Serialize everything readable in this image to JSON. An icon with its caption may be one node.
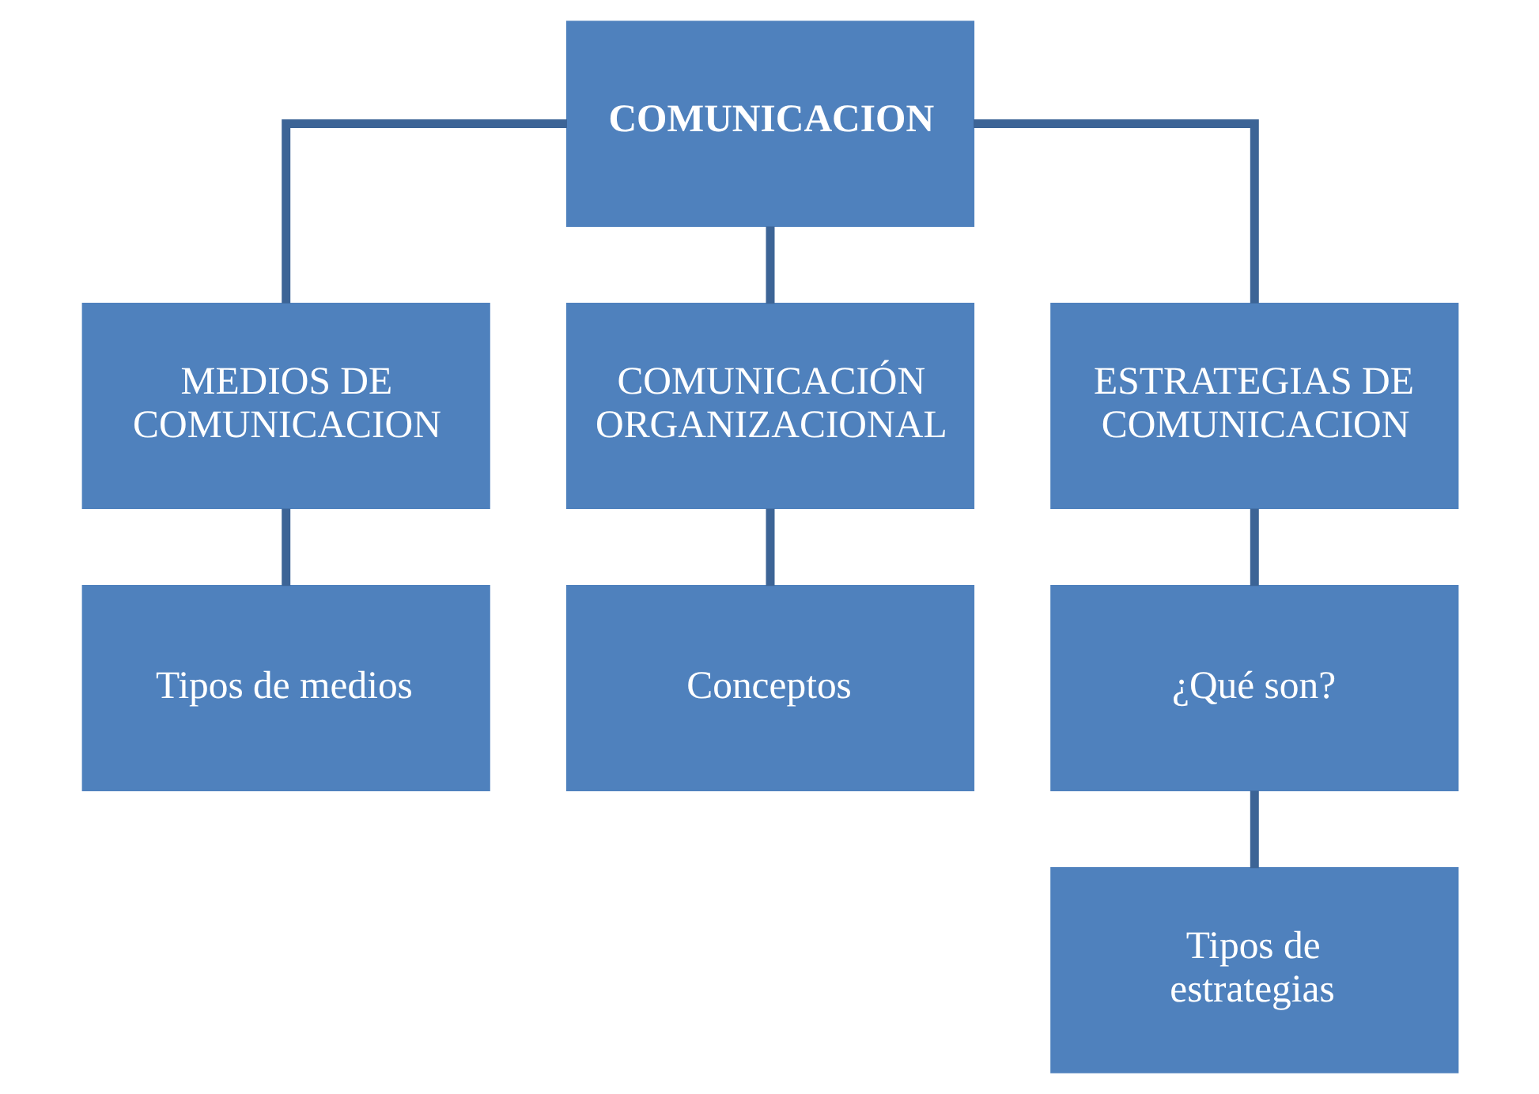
{
  "diagram": {
    "nodes": [
      {
        "text": [
          "COMUNICACION"
        ]
      },
      {
        "text": [
          "MEDIOS DE COMUNICACION"
        ]
      },
      {
        "text": [
          "COMUNICACIÓN ORGANIZACIONAL"
        ]
      },
      {
        "text": [
          "ESTRATEGIAS DE COMUNICACION"
        ]
      },
      {
        "text": [
          "Tipos de medios"
        ]
      },
      {
        "text": [
          "Conceptos"
        ]
      },
      {
        "text": [
          "¿Qué son?"
        ]
      },
      {
        "text": [
          "Tipos de estrategias"
        ]
      }
    ],
    "edges": [
      {
        "from": 0,
        "to": 1,
        "arrow": "none"
      },
      {
        "from": 0,
        "to": 2,
        "arrow": "none"
      },
      {
        "from": 0,
        "to": 3,
        "arrow": "none"
      },
      {
        "from": 1,
        "to": 4,
        "arrow": "none"
      },
      {
        "from": 2,
        "to": 5,
        "arrow": "none"
      },
      {
        "from": 3,
        "to": 6,
        "arrow": "none"
      },
      {
        "from": 6,
        "to": 7,
        "arrow": "none"
      }
    ]
  }
}
